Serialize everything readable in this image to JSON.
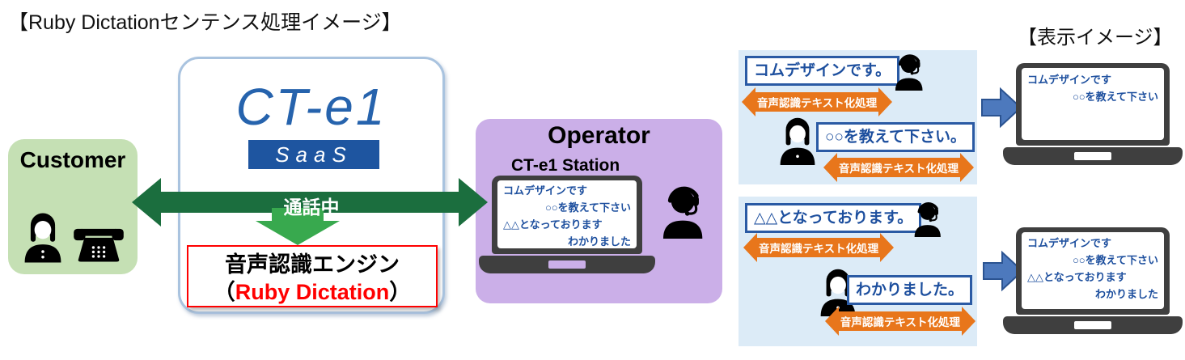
{
  "titles": {
    "main": "【Ruby Dictationセンテンス処理イメージ】"
  },
  "customer": {
    "label": "Customer"
  },
  "cte1": {
    "logo": "CT-e1",
    "sub": "SaaS"
  },
  "call": {
    "status": "通話中"
  },
  "engine": {
    "title": "音声認識エンジン",
    "paren_open": "（",
    "name": "Ruby Dictation",
    "paren_close": "）"
  },
  "operator": {
    "title": "Operator",
    "subtitle": "CT-e1 Station",
    "screen_lines": [
      "コムデザインです",
      "○○を教えて下さい",
      "△△となっております",
      "わかりました"
    ]
  },
  "conversation": {
    "process_label": "音声認識テキスト化処理",
    "panels": [
      {
        "operator_text": "コムデザインです。",
        "customer_text": "○○を教えて下さい。"
      },
      {
        "operator_text": "△△となっております。",
        "customer_text": "わかりました。"
      }
    ]
  },
  "display": {
    "title": "【表示イメージ】",
    "screens": [
      {
        "lines": [
          "コムデザインです",
          "○○を教えて下さい"
        ]
      },
      {
        "lines": [
          "コムデザインです",
          "○○を教えて下さい",
          "△△となっております",
          "わかりました"
        ]
      }
    ]
  },
  "colors": {
    "customer_green": "#c5e0b4",
    "call_green": "#1b6e3e",
    "down_green": "#38a94e",
    "operator_purple": "#cbafe8",
    "panel_blue": "#dcebf7",
    "process_orange": "#e8761b",
    "bubble_border": "#2a5aa4",
    "text_blue": "#1d4f9e",
    "saas_navy": "#1e55a0",
    "logo_blue": "#2663ad",
    "laptop_gray": "#3f3f3f",
    "engine_red": "#ff0000",
    "arrow_blue": "#4d79bd"
  }
}
